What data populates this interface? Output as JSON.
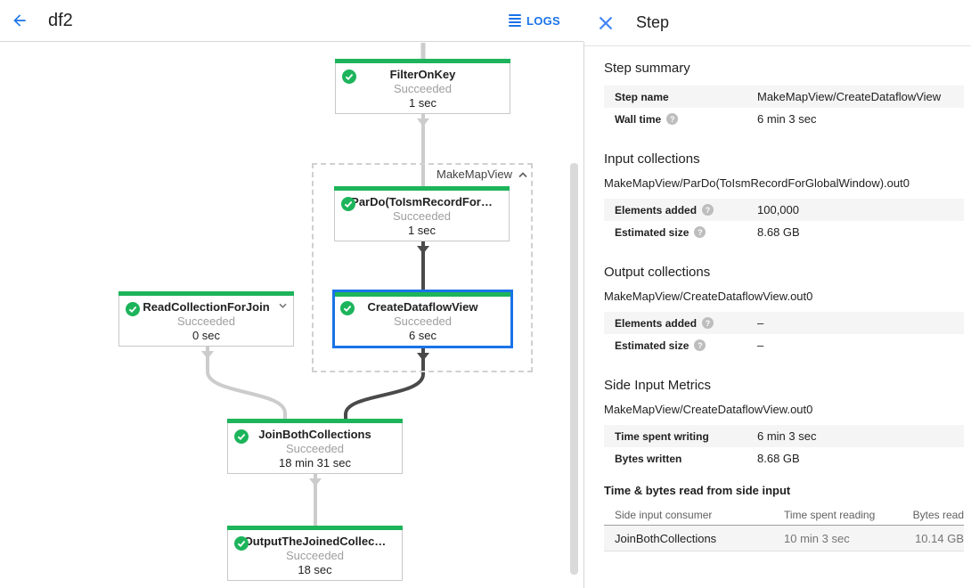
{
  "colors": {
    "accent_blue": "#1a73e8",
    "success_green": "#1db45b",
    "edge_dark": "#4a4a4a",
    "edge_light": "#cccccc"
  },
  "topbar": {
    "title": "df2",
    "logs_label": "LOGS"
  },
  "graph": {
    "group_label": "MakeMapView",
    "nodes": [
      {
        "title": "FilterOnKey",
        "status": "Succeeded",
        "time": "1 sec"
      },
      {
        "title": "ParDo(ToIsmRecordFor…",
        "status": "Succeeded",
        "time": "1 sec"
      },
      {
        "title": "CreateDataflowView",
        "status": "Succeeded",
        "time": "6 sec",
        "selected": true
      },
      {
        "title": "ReadCollectionForJoin",
        "status": "Succeeded",
        "time": "0 sec"
      },
      {
        "title": "JoinBothCollections",
        "status": "Succeeded",
        "time": "18 min 31 sec"
      },
      {
        "title": "OutputTheJoinedCollec…",
        "status": "Succeeded",
        "time": "18 sec"
      }
    ]
  },
  "panel": {
    "title": "Step",
    "summary": {
      "title": "Step summary",
      "rows": [
        {
          "label": "Step name",
          "value": "MakeMapView/CreateDataflowView"
        },
        {
          "label": "Wall time",
          "value": "6 min 3 sec"
        }
      ]
    },
    "input": {
      "title": "Input collections",
      "collection": "MakeMapView/ParDo(ToIsmRecordForGlobalWindow).out0",
      "rows": [
        {
          "label": "Elements added",
          "value": "100,000"
        },
        {
          "label": "Estimated size",
          "value": "8.68 GB"
        }
      ]
    },
    "output": {
      "title": "Output collections",
      "collection": "MakeMapView/CreateDataflowView.out0",
      "rows": [
        {
          "label": "Elements added",
          "value": "–"
        },
        {
          "label": "Estimated size",
          "value": "–"
        }
      ]
    },
    "side": {
      "title": "Side Input Metrics",
      "collection": "MakeMapView/CreateDataflowView.out0",
      "rows": [
        {
          "label": "Time spent writing",
          "value": "6 min 3 sec"
        },
        {
          "label": "Bytes written",
          "value": "8.68 GB"
        }
      ]
    },
    "side_table": {
      "title": "Time & bytes read from side input",
      "columns": [
        "Side input consumer",
        "Time spent reading",
        "Bytes read"
      ],
      "rows": [
        {
          "consumer": "JoinBothCollections",
          "time": "10 min 3 sec",
          "bytes": "10.14 GB"
        }
      ]
    }
  }
}
